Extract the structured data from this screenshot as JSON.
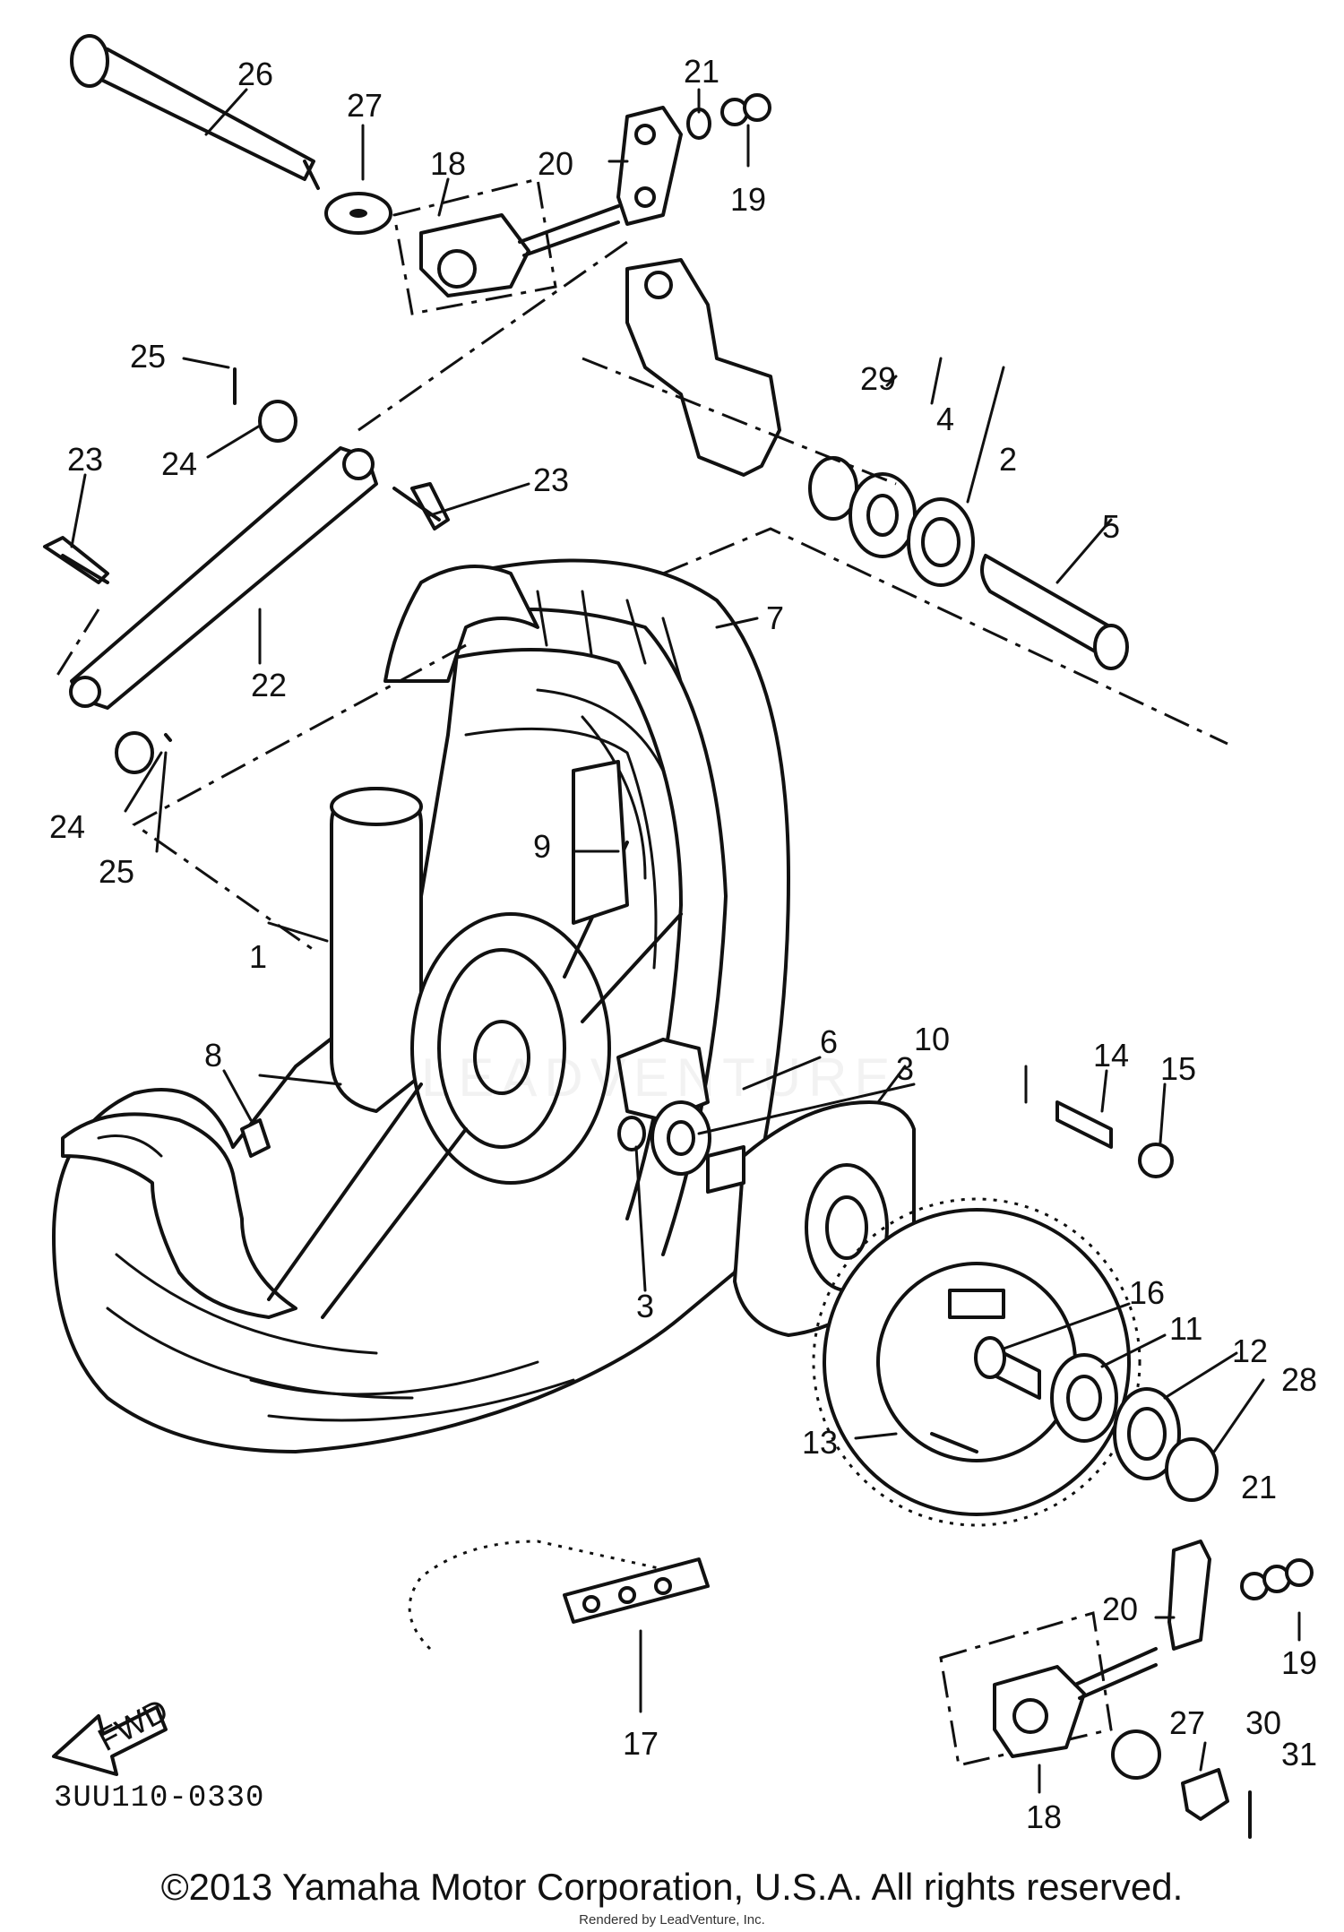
{
  "diagram": {
    "labels": [
      "1",
      "2",
      "3",
      "3",
      "4",
      "5",
      "6",
      "7",
      "8",
      "9",
      "10",
      "11",
      "12",
      "13",
      "14",
      "15",
      "16",
      "17",
      "18",
      "18",
      "19",
      "19",
      "20",
      "20",
      "21",
      "21",
      "22",
      "23",
      "23",
      "24",
      "24",
      "25",
      "25",
      "26",
      "27",
      "27",
      "28",
      "29",
      "30",
      "31"
    ],
    "fwd_arrow_label": "FWD",
    "diagram_code": "3UU110-0330",
    "watermark": "LEADVENTURE"
  },
  "footer": {
    "copyright": "©2013 Yamaha Motor Corporation, U.S.A. All rights reserved.",
    "credit": "Rendered by LeadVenture, Inc."
  }
}
